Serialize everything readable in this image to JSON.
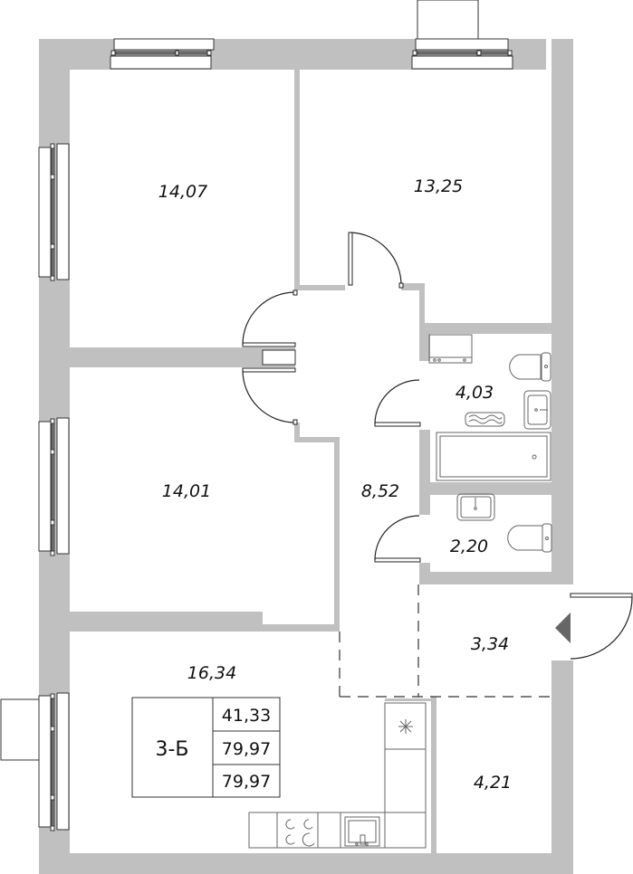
{
  "plan": {
    "apartment_type": "3-Б",
    "summary_table": {
      "living_area": "41,33",
      "total_area": "79,97",
      "total_area_with_balcony": "79,97"
    },
    "rooms": [
      {
        "id": "bedroom-1",
        "area": "14,07"
      },
      {
        "id": "bedroom-2",
        "area": "13,25"
      },
      {
        "id": "bathroom",
        "area": "4,03"
      },
      {
        "id": "bedroom-3",
        "area": "14,01"
      },
      {
        "id": "hallway",
        "area": "8,52"
      },
      {
        "id": "toilet",
        "area": "2,20"
      },
      {
        "id": "entrance",
        "area": "3,34"
      },
      {
        "id": "kitchen-living",
        "area": "16,34"
      },
      {
        "id": "storage",
        "area": "4,21"
      }
    ],
    "colors": {
      "wall": "#c0c0c0",
      "line": "#222222",
      "entrance_marker": "#666666",
      "background": "#ffffff"
    },
    "icons": [
      "window-icon",
      "door-swing-icon",
      "toilet-icon",
      "sink-icon",
      "bathtub-icon",
      "washing-machine-icon",
      "towel-rail-icon",
      "stove-icon",
      "kitchen-sink-icon",
      "fridge-icon",
      "entrance-arrow-icon",
      "ac-unit-icon"
    ]
  }
}
